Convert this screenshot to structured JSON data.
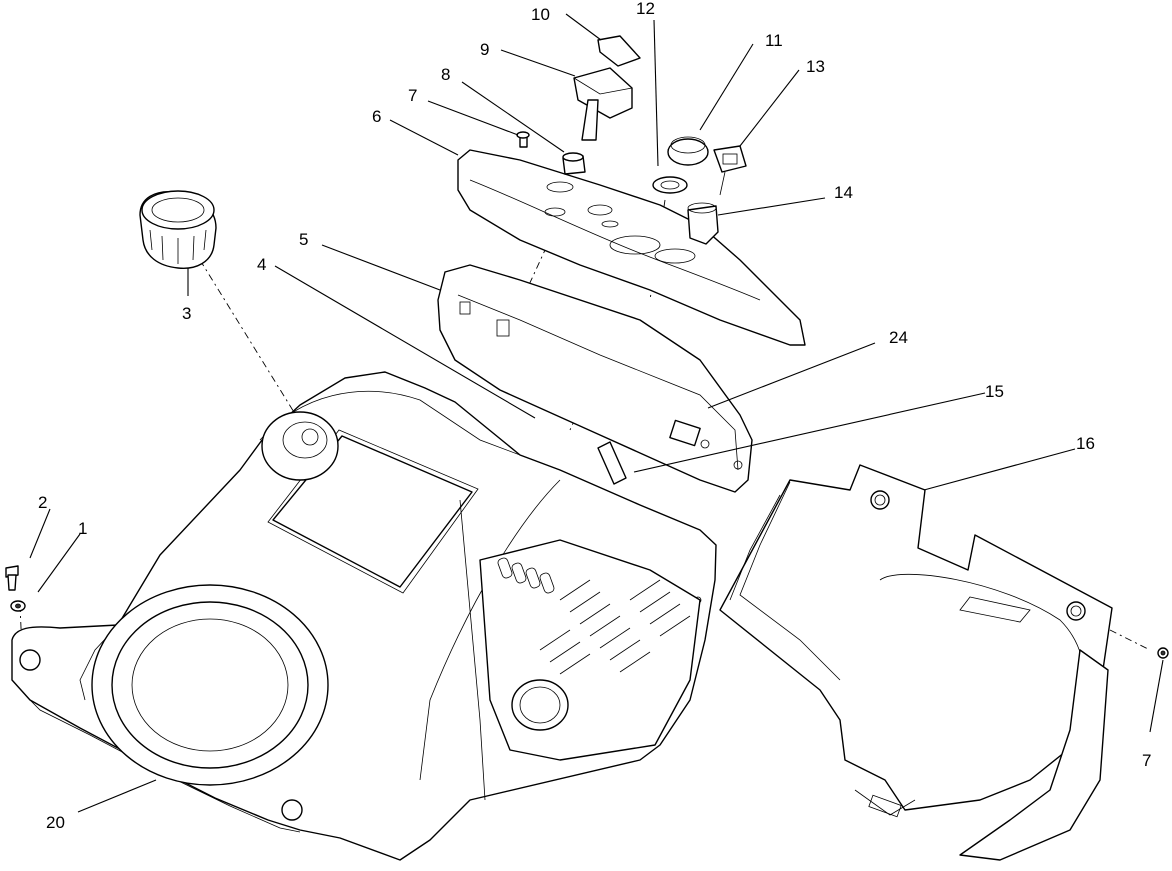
{
  "diagram": {
    "callouts": [
      "10",
      "12",
      "9",
      "11",
      "13",
      "8",
      "7",
      "6",
      "14",
      "3",
      "5",
      "4",
      "24",
      "15",
      "16",
      "2",
      "1",
      "7",
      "20"
    ]
  }
}
